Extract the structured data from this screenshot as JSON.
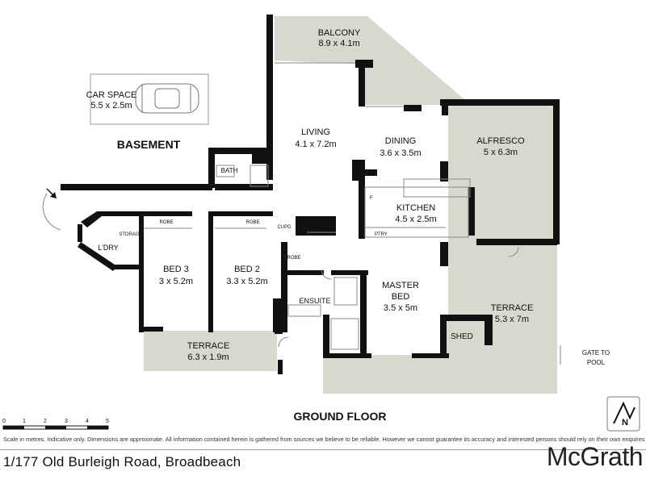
{
  "basement": {
    "label": "BASEMENT",
    "car_space": {
      "name": "CAR SPACE",
      "dims": "5.5 x 2.5m"
    },
    "bath": "BATH"
  },
  "rooms": {
    "balcony": {
      "name": "BALCONY",
      "dims": "8.9 x 4.1m"
    },
    "living": {
      "name": "LIVING",
      "dims": "4.1 x 7.2m"
    },
    "dining": {
      "name": "DINING",
      "dims": "3.6 x 3.5m"
    },
    "alfresco": {
      "name": "ALFRESCO",
      "dims": "5 x 6.3m"
    },
    "kitchen": {
      "name": "KITCHEN",
      "dims": "4.5 x 2.5m"
    },
    "bed3": {
      "name": "BED 3",
      "dims": "3 x 5.2m"
    },
    "bed2": {
      "name": "BED 2",
      "dims": "3.3 x 5.2m"
    },
    "master": {
      "name1": "MASTER",
      "name2": "BED",
      "dims": "3.5 x 5m"
    },
    "terrace_left": {
      "name": "TERRACE",
      "dims": "6.3 x 1.9m"
    },
    "terrace_right": {
      "name": "TERRACE",
      "dims": "5.3 x 7m"
    },
    "ensuite": "ENSUITE",
    "shed": "SHED",
    "laundry": "L'DRY",
    "storage": "STORAGE"
  },
  "small_labels": {
    "robe": "ROBE",
    "cupd": "CUPD",
    "ptry": "PTRY",
    "fridge": "F"
  },
  "gate": {
    "line1": "GATE TO",
    "line2": "POOL"
  },
  "floor_label": "GROUND FLOOR",
  "scale": {
    "ticks": [
      "0",
      "1",
      "2",
      "3",
      "4",
      "5"
    ]
  },
  "disclaimer": "Scale in metres. Indicative only. Dimensions are approximate. All information contained herein is gathered from sources we believe to be reliable. However we cannot guarantee its accuracy and interested persons should rely on their own enquires",
  "address": "1/177 Old Burleigh Road, Broadbeach",
  "brand": "McGrath",
  "colors": {
    "wall": "#111111",
    "outdoor": "#d9d8cf",
    "line": "#9a9a9a"
  },
  "icons": [
    "car-icon",
    "north-arrow-icon",
    "entry-arrow-icon"
  ]
}
